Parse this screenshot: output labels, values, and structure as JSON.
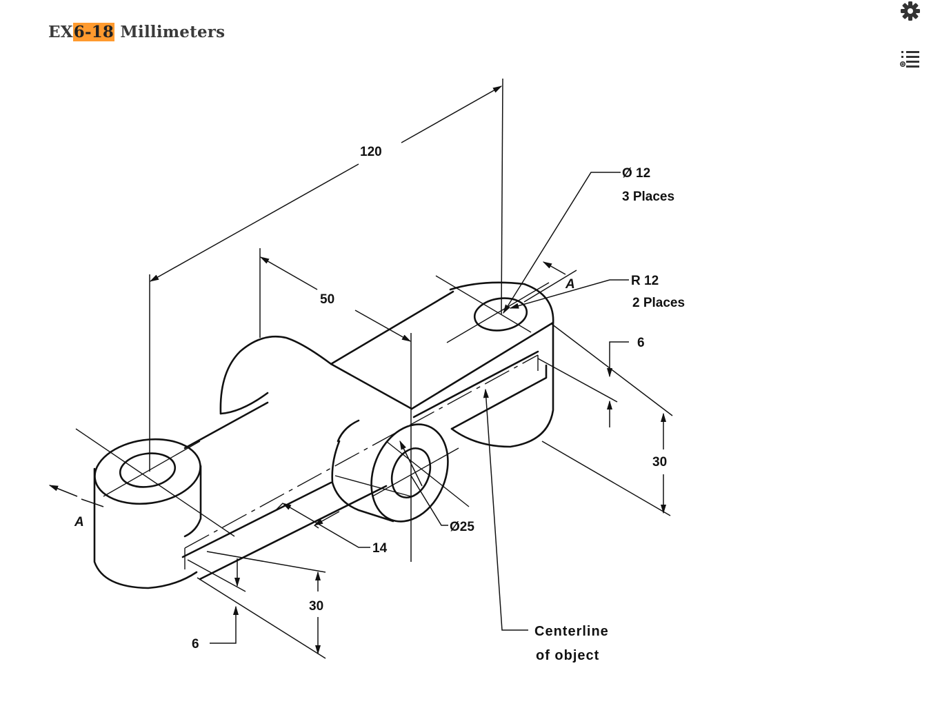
{
  "header": {
    "title_prefix": "EX",
    "title_highlight": "6-18",
    "title_suffix": " Millimeters"
  },
  "toolbar": {
    "settings_icon": "gear-icon",
    "contents_icon": "list-icon"
  },
  "drawing": {
    "dimensions": {
      "overall_length": "120",
      "center_offset": "50",
      "hole_diameter": "Ø 12",
      "hole_count": "3 Places",
      "radius": "R 12",
      "radius_count": "2 Places",
      "rib_thickness_right": "6",
      "height_right": "30",
      "boss_diameter": "Ø25",
      "web_width": "14",
      "height_left": "30",
      "rib_thickness_left": "6"
    },
    "section_labels": {
      "left": "A",
      "right": "A"
    },
    "note_line1": "Centerline",
    "note_line2": "of object"
  }
}
